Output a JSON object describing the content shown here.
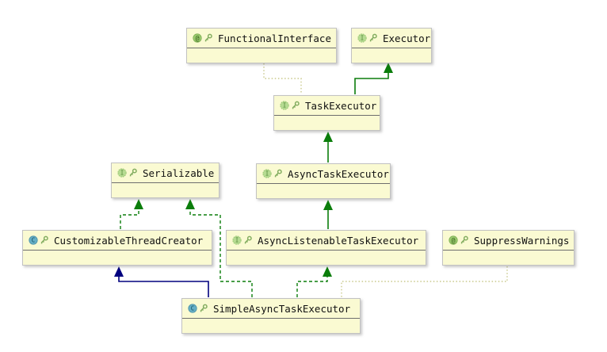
{
  "diagram": {
    "kind": "uml-class-diagram",
    "background": "#ffffff",
    "nodes": [
      {
        "id": "functional-interface",
        "label": "FunctionalInterface",
        "element_kind": "annotation",
        "icon": "annotation-icon",
        "badge": "key-icon"
      },
      {
        "id": "executor",
        "label": "Executor",
        "element_kind": "interface",
        "icon": "interface-icon",
        "badge": "key-icon"
      },
      {
        "id": "task-executor",
        "label": "TaskExecutor",
        "element_kind": "interface",
        "icon": "interface-icon",
        "badge": "key-icon"
      },
      {
        "id": "async-task-executor",
        "label": "AsyncTaskExecutor",
        "element_kind": "interface",
        "icon": "interface-icon",
        "badge": "key-icon"
      },
      {
        "id": "serializable",
        "label": "Serializable",
        "element_kind": "interface",
        "icon": "interface-icon",
        "badge": "key-icon"
      },
      {
        "id": "customizable-thread-creator",
        "label": "CustomizableThreadCreator",
        "element_kind": "class",
        "icon": "class-icon",
        "badge": "key-icon"
      },
      {
        "id": "async-listenable-task-executor",
        "label": "AsyncListenableTaskExecutor",
        "element_kind": "interface",
        "icon": "interface-icon",
        "badge": "key-icon"
      },
      {
        "id": "suppress-warnings",
        "label": "SuppressWarnings",
        "element_kind": "annotation",
        "icon": "annotation-icon",
        "badge": "key-icon"
      },
      {
        "id": "simple-async-task-executor",
        "label": "SimpleAsyncTaskExecutor",
        "element_kind": "class",
        "icon": "class-icon",
        "badge": "key-icon"
      }
    ],
    "edges": [
      {
        "from": "TaskExecutor",
        "to": "Executor",
        "type": "interface-extends",
        "style": "solid-green-arrow"
      },
      {
        "from": "AsyncTaskExecutor",
        "to": "TaskExecutor",
        "type": "interface-extends",
        "style": "solid-green-arrow"
      },
      {
        "from": "AsyncListenableTaskExecutor",
        "to": "AsyncTaskExecutor",
        "type": "interface-extends",
        "style": "solid-green-arrow"
      },
      {
        "from": "CustomizableThreadCreator",
        "to": "Serializable",
        "type": "implements",
        "style": "dashed-green-arrow"
      },
      {
        "from": "SimpleAsyncTaskExecutor",
        "to": "Serializable",
        "type": "implements",
        "style": "dashed-green-arrow"
      },
      {
        "from": "SimpleAsyncTaskExecutor",
        "to": "AsyncListenableTaskExecutor",
        "type": "implements",
        "style": "dashed-green-arrow"
      },
      {
        "from": "SimpleAsyncTaskExecutor",
        "to": "CustomizableThreadCreator",
        "type": "class-extends",
        "style": "solid-navy-arrow"
      },
      {
        "from": "FunctionalInterface",
        "to": "TaskExecutor",
        "type": "annotation",
        "style": "dotted-olive"
      },
      {
        "from": "SuppressWarnings",
        "to": "SimpleAsyncTaskExecutor",
        "type": "annotation",
        "style": "dotted-olive"
      }
    ],
    "colors": {
      "node_fill": "#FAFAD2",
      "node_border": "#C2C2C2",
      "header_divider": "#6E6E6E",
      "extends_interface_green": "#0B7D0B",
      "extends_class_navy": "#00007F",
      "annotation_dotted_olive": "#C9C98A",
      "interface_icon_fill": "#B6DB92",
      "annotation_icon_fill": "#9CCB70",
      "class_icon_fill": "#66AFC6",
      "key_icon_green": "#83AD60"
    }
  }
}
